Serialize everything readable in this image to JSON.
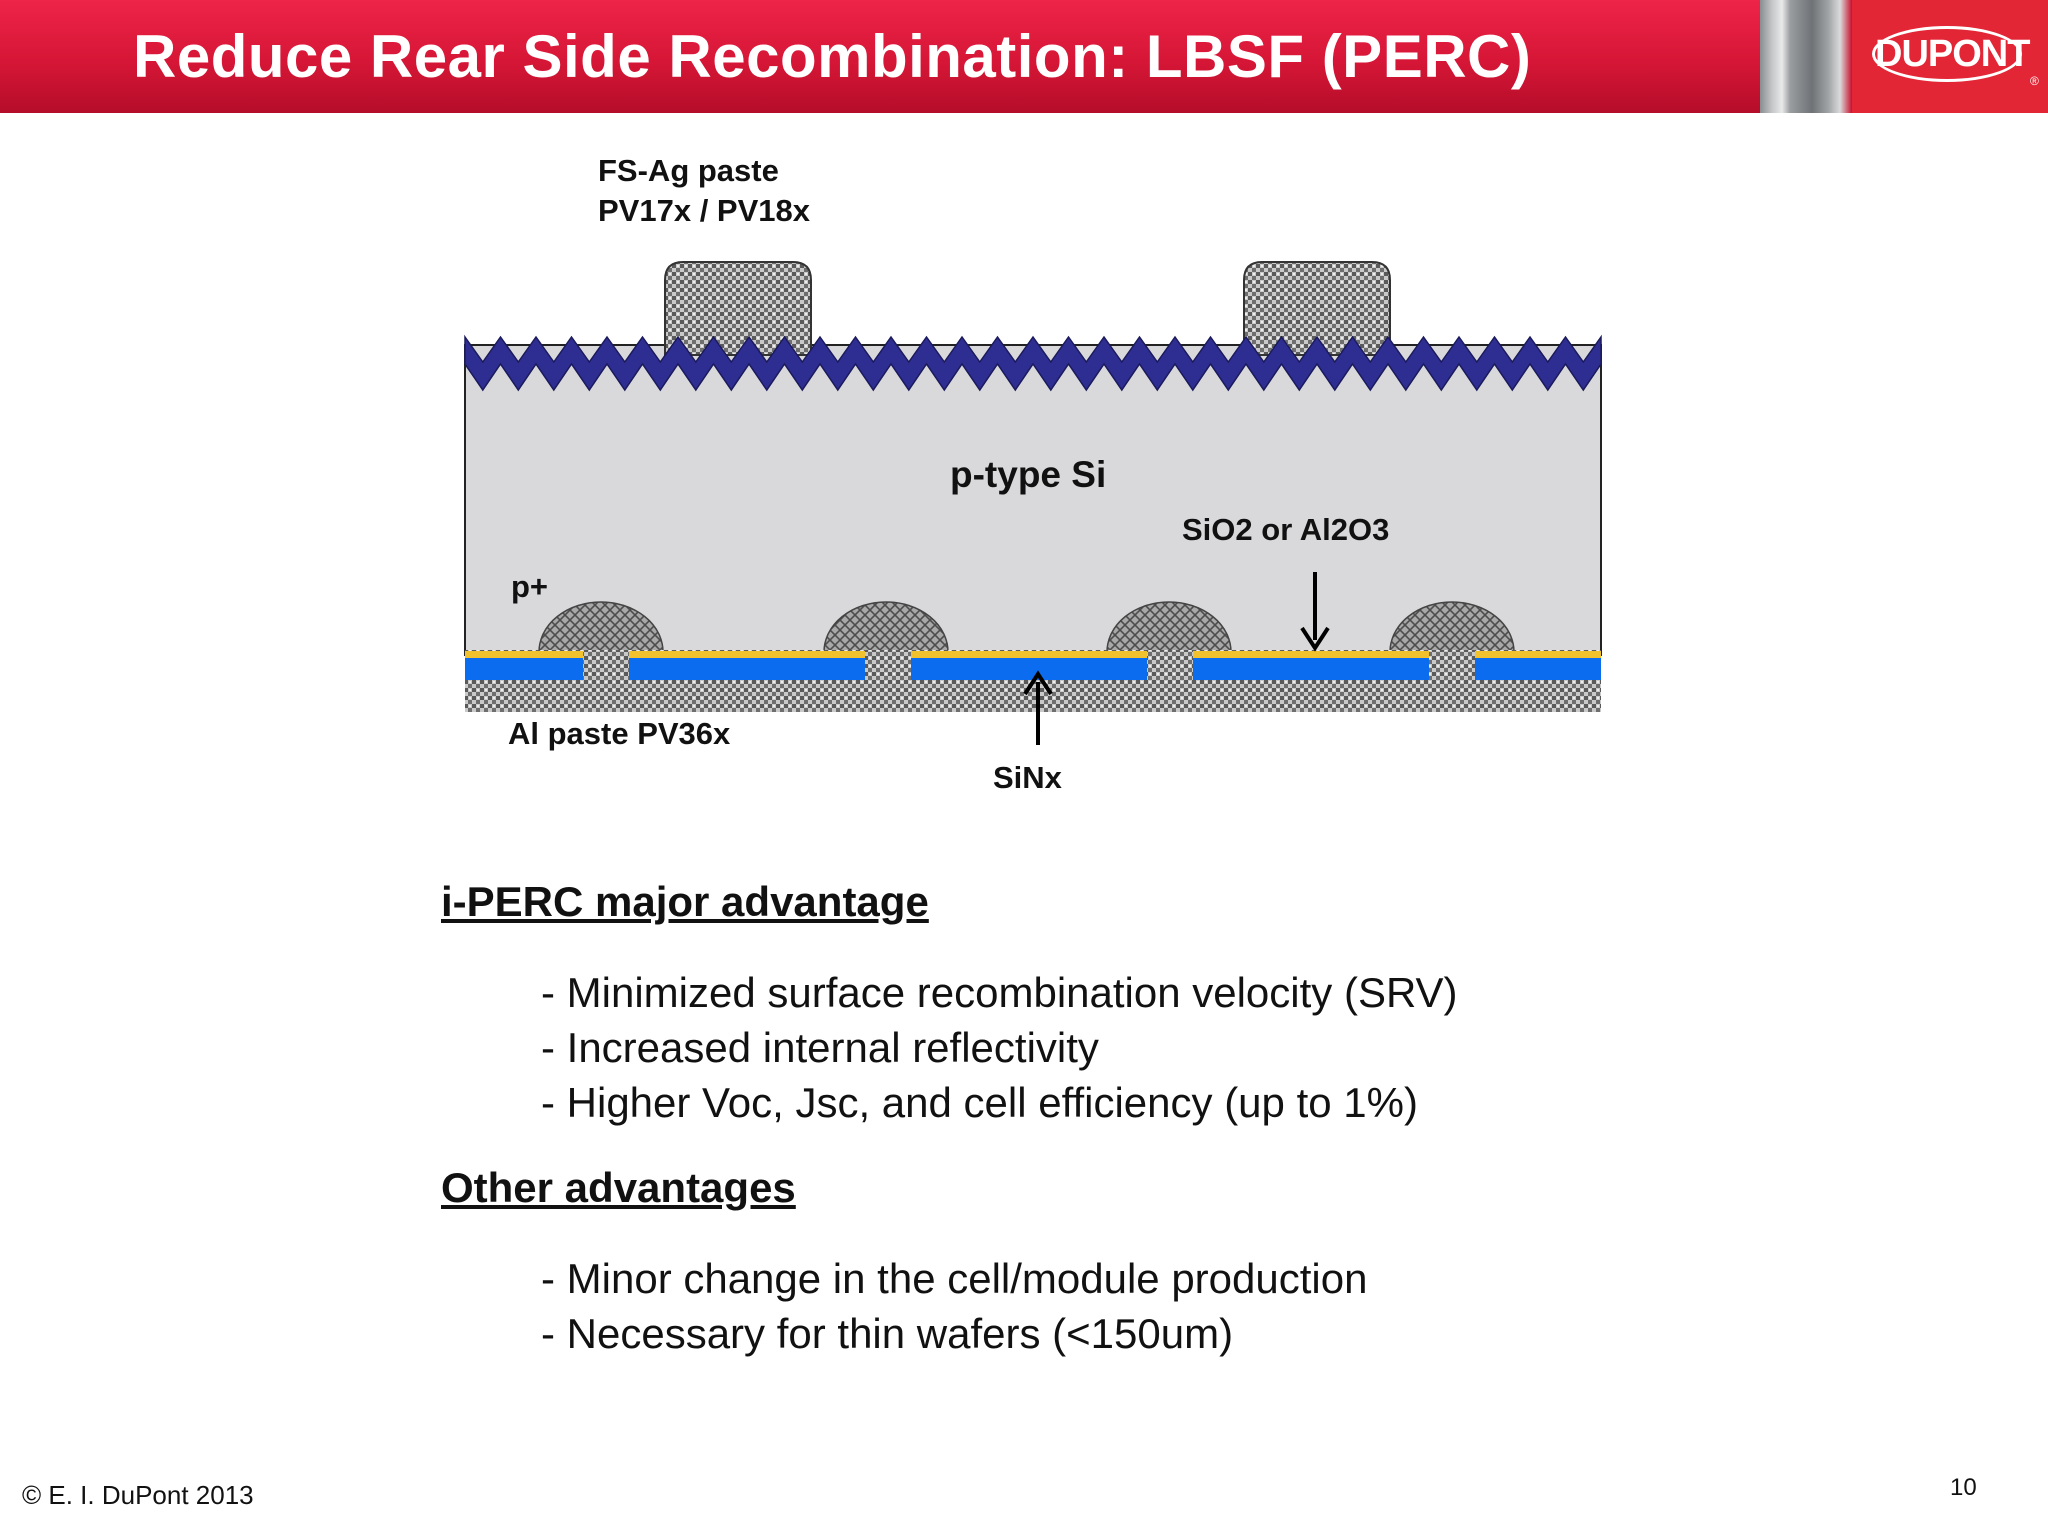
{
  "slide": {
    "title": "Reduce Rear Side Recombination: LBSF (PERC)",
    "logo_text": "DUPONT",
    "logo_reg": "®",
    "page_number": "10",
    "copyright": "© E. I. DuPont 2013"
  },
  "diagram": {
    "label_fs_ag": "FS-Ag paste",
    "label_pv": "PV17x / PV18x",
    "label_p_type": "p-type Si",
    "label_sio2": "SiO2 or Al2O3",
    "label_p_plus": "p+",
    "label_al_paste": "Al paste PV36x",
    "label_sinx": "SiNx",
    "colors": {
      "silicon": "#d9d9db",
      "texture": "#2e2e92",
      "sinx": "#0b6cf0",
      "oxide": "#f2c12e",
      "paste_light": "#c9c9c9",
      "paste_dark": "#5a5a5a"
    }
  },
  "content": {
    "section1": {
      "heading": "i-PERC major advantage",
      "items": [
        "- Minimized surface recombination velocity (SRV)",
        "- Increased internal reflectivity",
        "- Higher Voc, Jsc, and cell efficiency (up to 1%)"
      ]
    },
    "section2": {
      "heading": "Other advantages",
      "items": [
        "- Minor change in the cell/module production",
        "- Necessary for thin wafers (<150um)"
      ]
    }
  }
}
